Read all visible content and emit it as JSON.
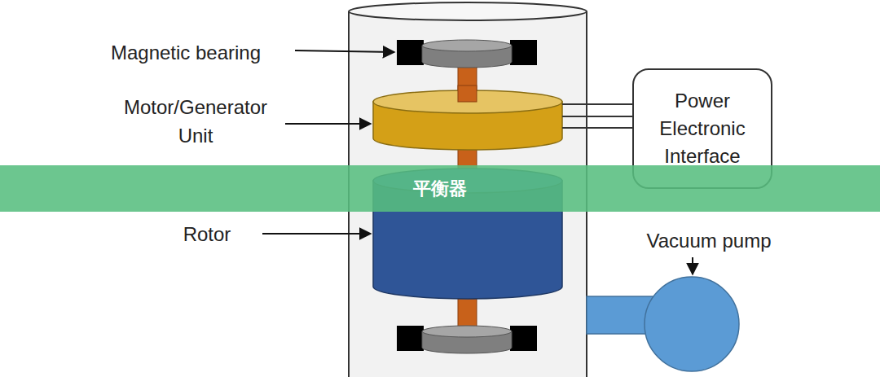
{
  "diagram": {
    "nodes": [
      {
        "text": [
          "Power Electronic Interface"
        ]
      },
      {
        "text": [
          "平衡器"
        ]
      }
    ],
    "labels": [
      "Magnetic bearing",
      "Motor/Generator Unit",
      "Rotor",
      "Vacuum pump"
    ]
  }
}
